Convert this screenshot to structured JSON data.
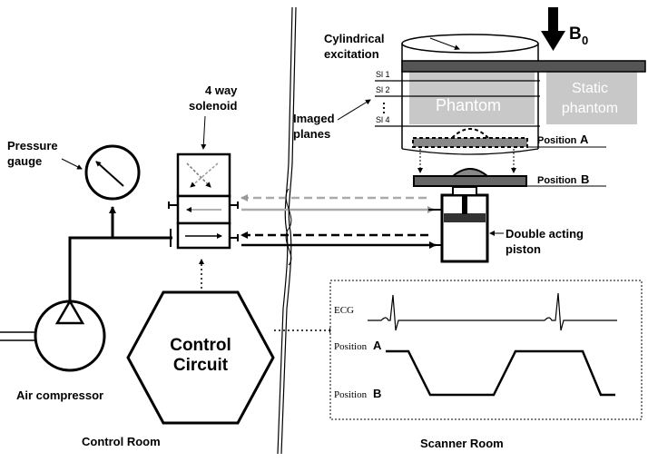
{
  "labels": {
    "cylindrical_line1": "Cylindrical",
    "cylindrical_line2": "excitation",
    "b0_letter": "B",
    "b0_sub": "0",
    "way_line1": "4 way",
    "way_line2": "solenoid",
    "imaged_line1": "Imaged",
    "imaged_line2": "planes",
    "pressure_line1": "Pressure",
    "pressure_line2": "gauge",
    "sl1": "Sl 1",
    "sl2": "Sl 2",
    "sl4": "Sl 4",
    "phantom": "Phantom",
    "static_line1": "Static",
    "static_line2": "phantom",
    "position_a_word": "Position",
    "position_a_letter": "A",
    "position_b_word": "Position",
    "position_b_letter": "B",
    "double_line1": "Double acting",
    "double_line2": "piston",
    "control_line1": "Control",
    "control_line2": "Circuit",
    "air_compressor": "Air compressor",
    "control_room": "Control Room",
    "scanner_room": "Scanner Room",
    "ecg": "ECG",
    "plot_pos_a_word": "Position",
    "plot_pos_a_letter": "A",
    "plot_pos_b_word": "Position",
    "plot_pos_b_letter": "B"
  },
  "colors": {
    "line": "#000000",
    "grey_line": "#999999",
    "phantom_fill": "#c8c8c8",
    "plate_fill": "#555555"
  }
}
